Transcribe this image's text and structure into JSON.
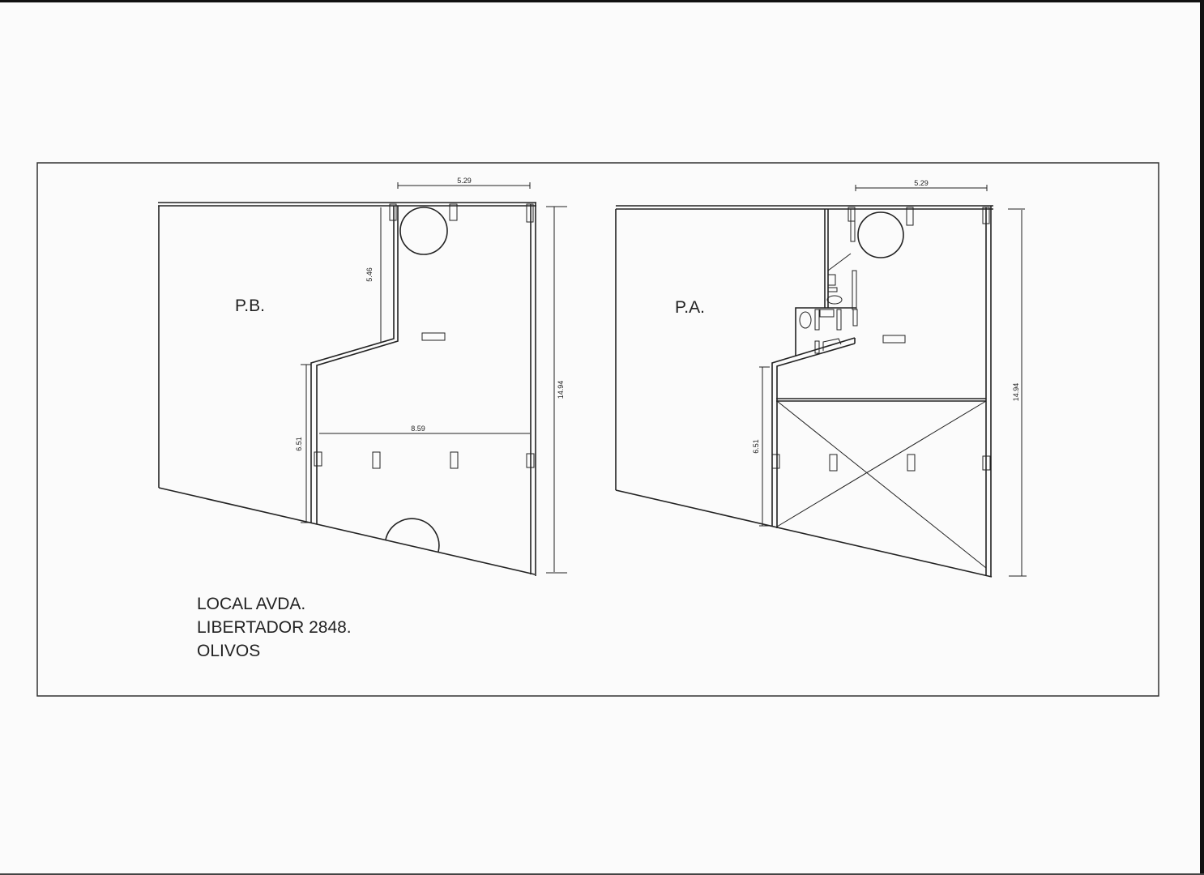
{
  "document": {
    "type": "floor-plan-sheet"
  },
  "plans": [
    {
      "id": "planta-baja",
      "label": "P.B.",
      "dimensions": {
        "top_width": "5.29",
        "left_upper_height": "5.46",
        "left_lower_height": "6.51",
        "interior_width": "8.59",
        "total_depth": "14.94"
      }
    },
    {
      "id": "planta-alta",
      "label": "P.A.",
      "dimensions": {
        "top_width": "5.29",
        "left_lower_height": "6.51",
        "total_depth": "14.94"
      }
    }
  ],
  "address": {
    "line1": "LOCAL AVDA.",
    "line2": "LIBERTADOR 2848.",
    "line3": "OLIVOS"
  }
}
